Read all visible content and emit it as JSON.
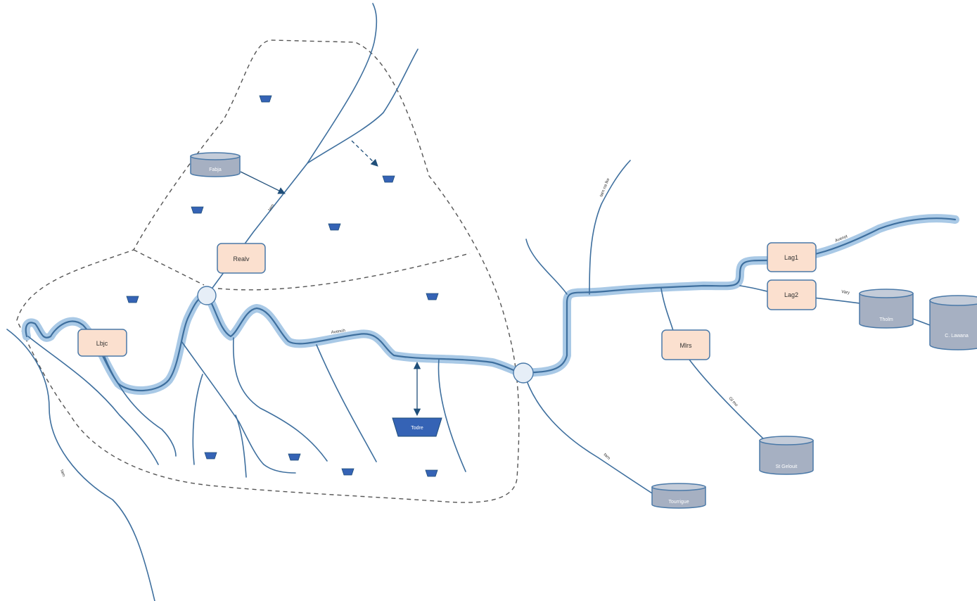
{
  "colors": {
    "river": "#3e6f9e",
    "river_glow": "#a9c9e6",
    "box_fill": "#fbe0cf",
    "box_stroke": "#4a79a8",
    "tank_fill": "#a6b0c2",
    "tank_stroke": "#4a79a8",
    "reservoir": "#3563b5",
    "boundary": "#555555",
    "junction_fill": "#e6eef7"
  },
  "nodes": {
    "realv": "Realv",
    "lbjc": "Lbjc",
    "mlrs": "Mlrs",
    "lag1": "Lag1",
    "lag2": "Lag2"
  },
  "tanks": {
    "fabja": "Fabja",
    "tholm": "Tholm",
    "c_lawana": "C. Lawana",
    "st_gelouit": "St Gelouit",
    "tourrigue": "Tourrigue"
  },
  "reservoir_big": "Todre",
  "river_labels": {
    "main_upper": "Avenoh",
    "upper_branch": "tarn",
    "vertical_trib": "tarn na lke",
    "south_trib": "tarn",
    "right_upper": "Avenot",
    "lag2_branch": "Vary",
    "mlrs_branch": "Gl mo",
    "left_bottom": "tarn"
  }
}
